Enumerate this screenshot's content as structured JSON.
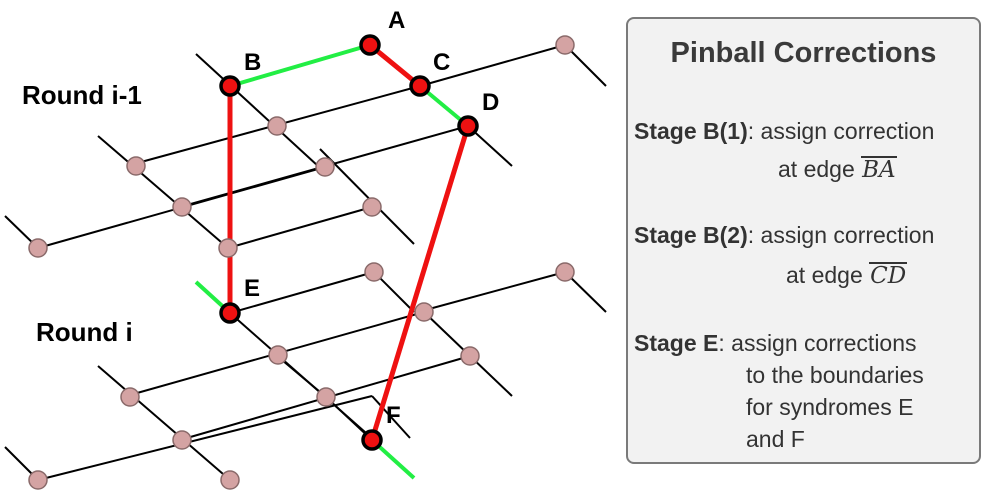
{
  "round_labels": {
    "upper": "Round i-1",
    "lower": "Round i"
  },
  "vertices": {
    "A": "A",
    "B": "B",
    "C": "C",
    "D": "D",
    "E": "E",
    "F": "F"
  },
  "colors": {
    "red": "#ee1111",
    "green": "#22ee44",
    "node_fill": "#d4a3a3",
    "node_stroke": "#8a6a6a",
    "panel_bg": "#f2f2f2"
  },
  "panel": {
    "title": "Pinball Corrections",
    "stage_b1": {
      "name": "Stage B(1)",
      "text": ": assign correction",
      "edge_prefix": "at edge",
      "edge": "BA"
    },
    "stage_b2": {
      "name": "Stage B(2)",
      "text": ": assign correction",
      "edge_prefix": "at edge",
      "edge": "CD"
    },
    "stage_e": {
      "name": "Stage E",
      "line1": ": assign corrections",
      "line2": "to the boundaries",
      "line3": "for syndromes E",
      "line4": "and F"
    }
  }
}
